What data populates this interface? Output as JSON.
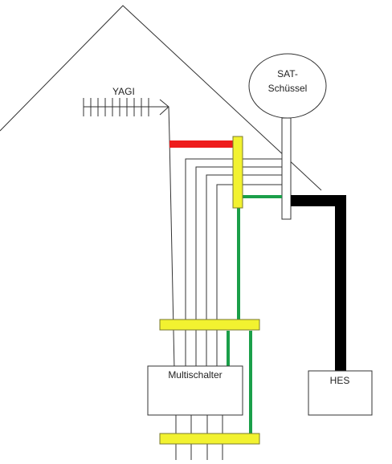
{
  "labels": {
    "yagi": "YAGI",
    "sat_line1": "SAT-",
    "sat_line2": "Schüssel",
    "multischalter": "Multischalter",
    "hes": "HES"
  },
  "colors": {
    "line": "#333333",
    "red_cable": "#ee1c1c",
    "green_cable": "#1a9f49",
    "black_cable": "#000000",
    "yellow_block": "#f2f230",
    "yellow_block_border": "#7a7a30"
  }
}
